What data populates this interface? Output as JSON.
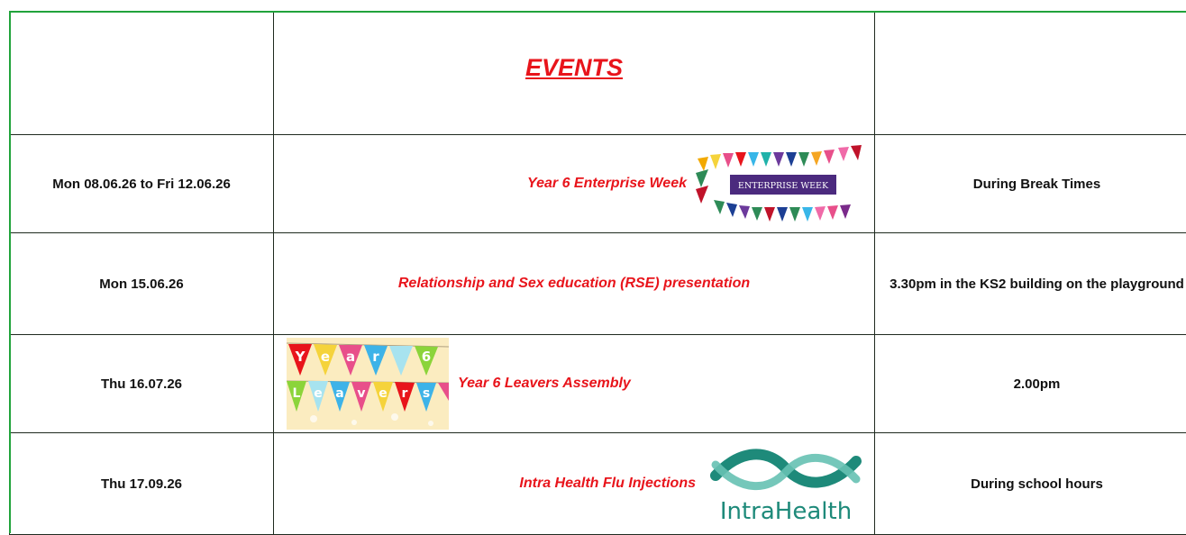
{
  "header": {
    "title": "EVENTS"
  },
  "rows": [
    {
      "date": "Mon 08.06.26 to Fri 12.06.26",
      "event": "Year 6 Enterprise Week",
      "time": "During Break Times",
      "image": "enterprise-week-bunting",
      "image_text": "ENTERPRISE WEEK"
    },
    {
      "date": "Mon 15.06.26",
      "event": "Relationship and Sex education (RSE) presentation",
      "time": "3.30pm in the KS2 building on the playground"
    },
    {
      "date": "Thu 16.07.26",
      "event": "Year 6 Leavers Assembly",
      "time": "2.00pm",
      "image": "year-6-leavers-bunting",
      "image_text": "Year 6 Leavers"
    },
    {
      "date": "Thu 17.09.26",
      "event": "Intra Health Flu Injections",
      "time": "During school hours",
      "image": "intrahealth-logo",
      "image_text": "IntraHealth"
    }
  ],
  "colors": {
    "event_red": "#e8141b",
    "frame_green": "#21a33b",
    "intrahealth_teal": "#1e8a7a"
  }
}
